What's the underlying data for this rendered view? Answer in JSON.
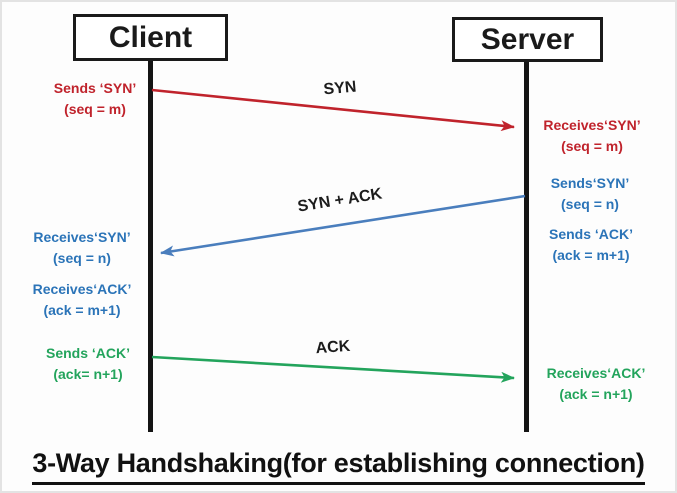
{
  "diagram": {
    "title": "3-Way Handshaking(for establishing connection)",
    "actors": {
      "client": "Client",
      "server": "Server"
    },
    "colors": {
      "syn_arrow_red": "#C0232C",
      "synack_arrow_blue": "#4A7EBD",
      "ack_arrow_green": "#23A45C",
      "note_red": "#C0232C",
      "note_blue": "#2B74B8",
      "note_green": "#23A45C",
      "label_black": "#1c1c1c"
    },
    "messages": [
      {
        "label": "SYN",
        "from": "client",
        "to": "server",
        "color": "#C0232C"
      },
      {
        "label": "SYN + ACK",
        "from": "server",
        "to": "client",
        "color": "#4A7EBD"
      },
      {
        "label": "ACK",
        "from": "client",
        "to": "server",
        "color": "#23A45C"
      }
    ],
    "client_notes": [
      {
        "line1": "Sends ‘SYN’",
        "line2": "(seq = m)",
        "color": "#C0232C"
      },
      {
        "line1": "Receives‘SYN’",
        "line2": "(seq = n)",
        "color": "#2B74B8"
      },
      {
        "line1": "Receives‘ACK’",
        "line2": "(ack = m+1)",
        "color": "#2B74B8"
      },
      {
        "line1": "Sends ‘ACK’",
        "line2": "(ack= n+1)",
        "color": "#23A45C"
      }
    ],
    "server_notes": [
      {
        "line1": "Receives‘SYN’",
        "line2": "(seq = m)",
        "color": "#C0232C"
      },
      {
        "line1": "Sends‘SYN’",
        "line2": "(seq = n)",
        "color": "#2B74B8"
      },
      {
        "line1": "Sends ‘ACK’",
        "line2": "(ack = m+1)",
        "color": "#2B74B8"
      },
      {
        "line1": "Receives‘ACK’",
        "line2": "(ack = n+1)",
        "color": "#23A45C"
      }
    ]
  }
}
